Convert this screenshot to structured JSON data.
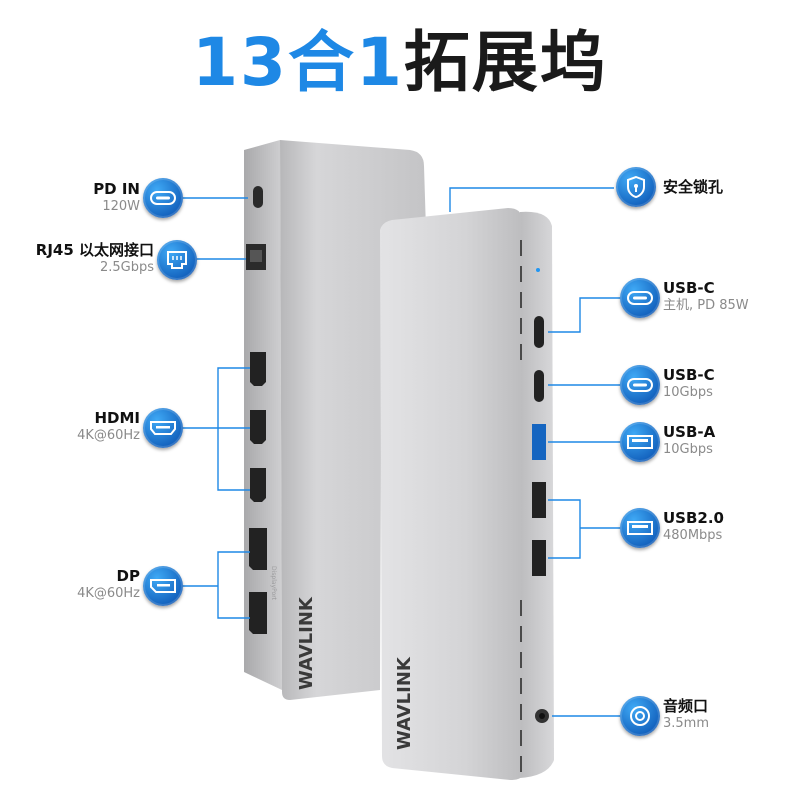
{
  "title": {
    "number_part": "13合1",
    "text_part": "拓展坞"
  },
  "brand": "WAVLINK",
  "left_ports": [
    {
      "name": "PD IN",
      "sub": "120W",
      "icon": "usb-c-port-icon"
    },
    {
      "name": "RJ45 以太网接口",
      "sub": "2.5Gbps",
      "icon": "ethernet-port-icon"
    },
    {
      "name": "HDMI",
      "sub": "4K@60Hz",
      "icon": "hdmi-port-icon"
    },
    {
      "name": "DP",
      "sub": "4K@60Hz",
      "icon": "displayport-port-icon"
    }
  ],
  "right_ports": [
    {
      "name": "安全锁孔",
      "sub": "",
      "icon": "security-lock-icon"
    },
    {
      "name": "USB-C",
      "sub": "主机, PD 85W",
      "icon": "usb-c-port-icon"
    },
    {
      "name": "USB-C",
      "sub": "10Gbps",
      "icon": "usb-c-port-icon"
    },
    {
      "name": "USB-A",
      "sub": "10Gbps",
      "icon": "usb-a-port-icon"
    },
    {
      "name": "USB2.0",
      "sub": "480Mbps",
      "icon": "usb-a-port-icon"
    },
    {
      "name": "音频口",
      "sub": "3.5mm",
      "icon": "audio-jack-icon"
    }
  ],
  "colors": {
    "accent": "#1e88e5",
    "icon_blue": "#1565c0",
    "callout_line": "#1e88e5",
    "body_silver": "#c9c9cb"
  }
}
